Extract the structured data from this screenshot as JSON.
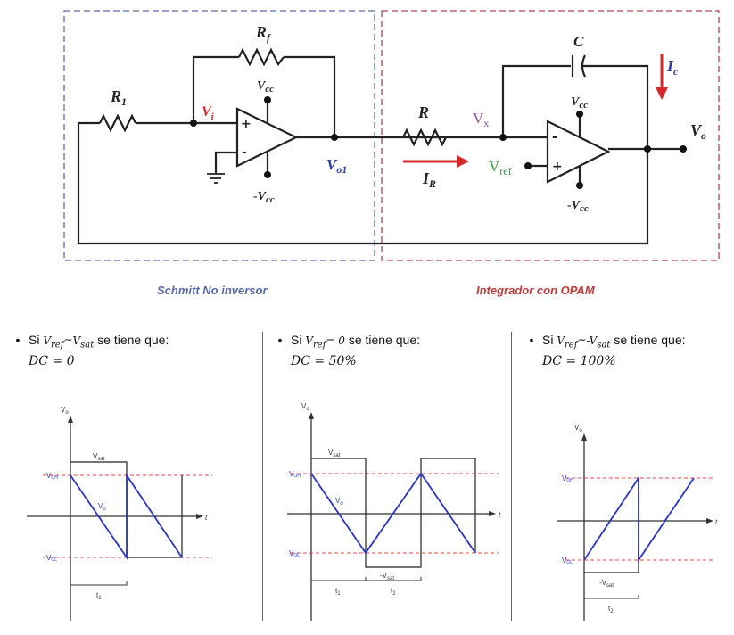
{
  "circuit": {
    "labels": {
      "r1": "R",
      "r1_sub": "1",
      "rf": "R",
      "rf_sub": "f",
      "vi": "V",
      "vi_sub": "i",
      "vcc_top1": "V",
      "vcc_top1_sub": "cc",
      "vcc_bot1": "-V",
      "vcc_bot1_sub": "cc",
      "vo1": "V",
      "vo1_sub": "o1",
      "r": "R",
      "vx": "V",
      "vx_sub": "x",
      "ir": "I",
      "ir_sub": "R",
      "vref": "V",
      "vref_sub": "ref",
      "c": "C",
      "ic": "I",
      "ic_sub": "c",
      "vcc_top2": "V",
      "vcc_top2_sub": "cc",
      "vcc_bot2": "-V",
      "vcc_bot2_sub": "cc",
      "vo": "V",
      "vo_sub": "o"
    },
    "caption_schmitt": "Schmitt No inversor",
    "caption_integrator": "Integrador con OPAM",
    "colors": {
      "schmitt_box": "#5a6aa8",
      "integrator_box": "#b0454f",
      "arrow_red": "#d42a2a",
      "vref_green": "#2e9a3e",
      "vx_purple": "#8b4fa0",
      "vo1_blue": "#2b3fa8"
    }
  },
  "cases": [
    {
      "bullet": "•",
      "prefix": "Si ",
      "condition": "V",
      "condition_sub": "ref",
      "condition_rel": "≃V",
      "condition_rel_sub": "sat",
      "suffix": " se tiene que:",
      "dc": "DC = 0"
    },
    {
      "bullet": "•",
      "prefix": "Si ",
      "condition": "V",
      "condition_sub": "ref",
      "condition_rel": "= 0",
      "condition_rel_sub": "",
      "suffix": " se tiene que:",
      "dc": "DC = 50%"
    },
    {
      "bullet": "•",
      "prefix": "Si ",
      "condition": "V",
      "condition_sub": "ref",
      "condition_rel": "≃-V",
      "condition_rel_sub": "sat",
      "suffix": " se tiene que:",
      "dc": "DC = 100%"
    }
  ],
  "plots": {
    "vo_axis": "V",
    "vo_axis_sub": "o",
    "t_axis": "t",
    "voh": "V",
    "voh_sub": "OH",
    "vol": "V",
    "vol_sub": "OL",
    "vsat": "V",
    "vsat_sub": "sat",
    "neg_vsat": "-V",
    "neg_vsat_sub": "sat",
    "vo_wave": "V",
    "vo_wave_sub": "o",
    "t1": "t",
    "t1_sub": "1",
    "t2": "t",
    "t2_sub": "2",
    "colors": {
      "ramp": "#2a34c8",
      "threshold": "#e04848",
      "square": "#222222"
    }
  }
}
